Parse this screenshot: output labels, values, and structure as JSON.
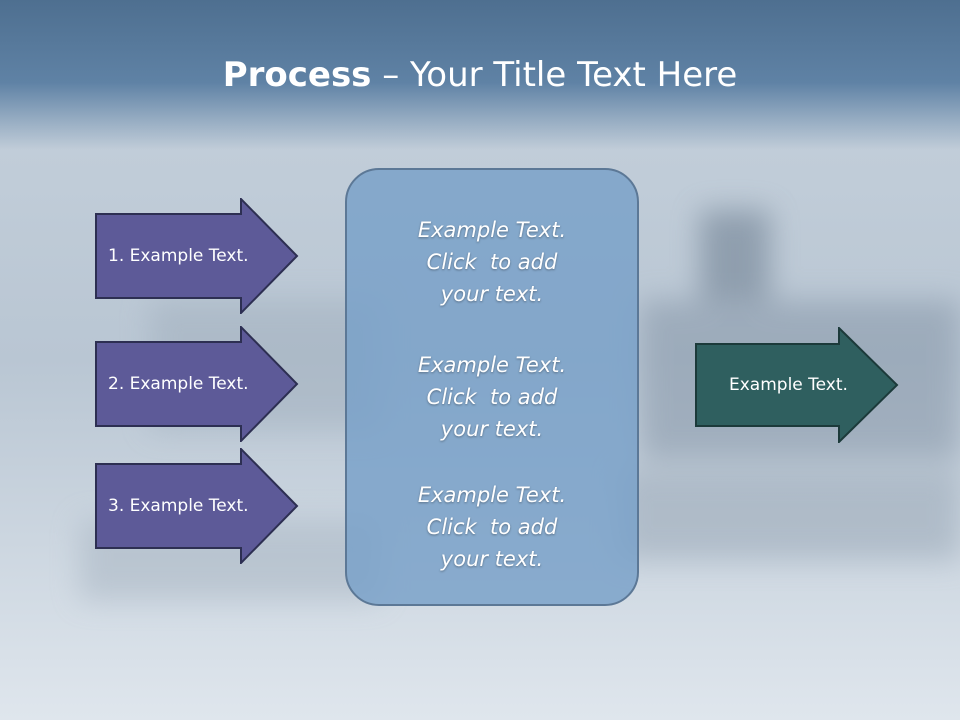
{
  "slide": {
    "title_bold": "Process",
    "title_rest": " – Your Title Text Here"
  },
  "left_arrows": [
    {
      "label": "1. Example Text."
    },
    {
      "label": "2. Example Text."
    },
    {
      "label": "3. Example Text."
    }
  ],
  "center_box": {
    "blocks": [
      {
        "lines": [
          "Example Text.",
          "Click  to add",
          "your text."
        ]
      },
      {
        "lines": [
          "Example Text.",
          "Click  to add",
          "your text."
        ]
      },
      {
        "lines": [
          "Example Text.",
          "Click  to add",
          "your text."
        ]
      }
    ]
  },
  "right_arrow": {
    "label": "Example Text."
  },
  "colors": {
    "left_arrow_fill": "#5d5a98",
    "right_arrow_fill": "#2f5f5f",
    "panel_fill": "#7fa2c4",
    "header": "#557899"
  }
}
